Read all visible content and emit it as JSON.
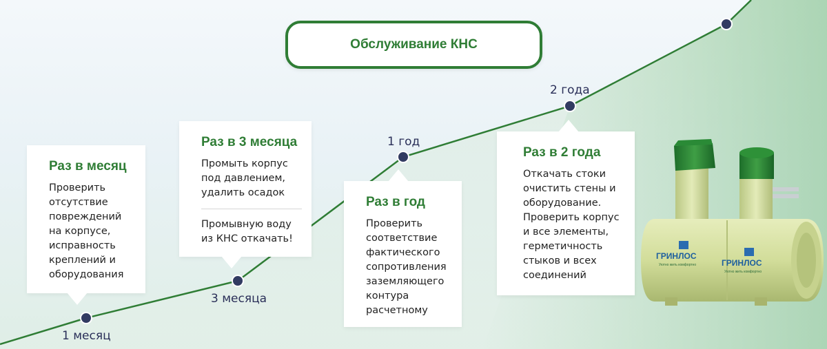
{
  "title": "Обслуживание КНС",
  "timeline": {
    "points": [
      {
        "label": "1 месяц"
      },
      {
        "label": "3 месяца"
      },
      {
        "label": "1 год"
      },
      {
        "label": "2 года"
      }
    ]
  },
  "cards": [
    {
      "title": "Раз в месяц",
      "text": "Проверить\nотсутствие\nповреждений\nна корпусе,\nисправность\nкреплений и\nоборудования"
    },
    {
      "title": "Раз в 3 месяца",
      "text": "Промыть корпус\nпод давлением,\nудалить осадок",
      "text2": "Промывную воду\nиз КНС откачать!"
    },
    {
      "title": "Раз в год",
      "text": "Проверить\nсоответствие\nфактического\nсопротивления\nзаземляющего\nконтура\nрасчетному"
    },
    {
      "title": "Раз в 2 года",
      "text": "Откачать стоки\nочистить стены и\nоборудование.\nПроверить корпус\nи все элементы,\nгерметичность\nстыков и всех\nсоединений"
    }
  ],
  "product": {
    "brand": "ГРИНЛОС",
    "tagline": "Уютно жить комфортно"
  },
  "colors": {
    "accent_green": "#2f7d35",
    "dot_navy": "#323b62",
    "label_navy": "#2a2f58"
  }
}
